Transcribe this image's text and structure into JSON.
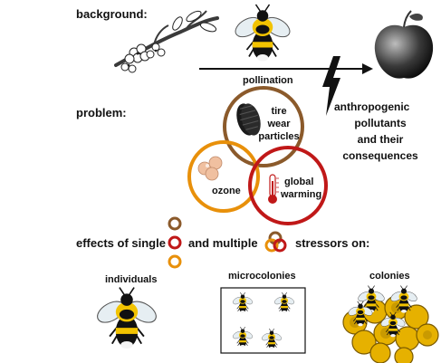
{
  "background": {
    "label": "background:"
  },
  "pollination": {
    "label": "pollination"
  },
  "anthropogenic": {
    "line1": "anthropogenic",
    "line2": "pollutants",
    "line3": "and their",
    "line4": "consequences"
  },
  "problem": {
    "label": "problem:"
  },
  "stressors": {
    "tire": {
      "line1": "tire",
      "line2": "wear",
      "line3": "particles",
      "color": "#8B5A2B"
    },
    "ozone": {
      "label": "ozone",
      "color": "#E8900A"
    },
    "warming": {
      "line1": "global",
      "line2": "warming",
      "color": "#C01818"
    }
  },
  "effects": {
    "part1": "effects of single",
    "part2": "and multiple",
    "part3": "stressors on:"
  },
  "levels": {
    "individuals": "individuals",
    "microcolonies": "microcolonies",
    "colonies": "colonies"
  },
  "icons": [
    "blossom-branch-icon",
    "bumblebee-icon",
    "apple-icon",
    "lightning-bolt-icon",
    "tire-icon",
    "ozone-icon",
    "thermometer-icon",
    "honeycomb-icon"
  ]
}
